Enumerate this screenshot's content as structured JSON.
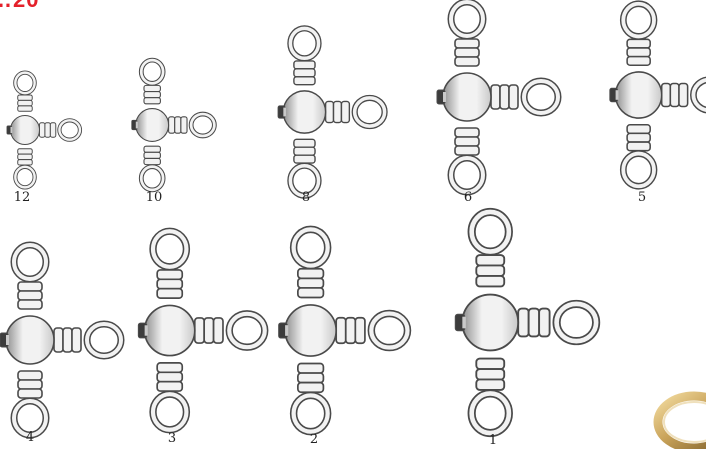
{
  "corner_heading": "…20",
  "colors": {
    "heading": "#e4202a",
    "outline": "#4a4a4a",
    "metal_light": "#f2f2f2",
    "metal_mid": "#c9c9c9",
    "metal_dark": "#8e8e8e",
    "eye_pin": "#3c3c3c",
    "ring_gold": "#c9a35a",
    "ring_shadow": "#7d5f2a",
    "label": "#222222"
  },
  "swivels": [
    {
      "size_label": "12"
    },
    {
      "size_label": "10"
    },
    {
      "size_label": "8"
    },
    {
      "size_label": "6"
    },
    {
      "size_label": "5"
    },
    {
      "size_label": "4"
    },
    {
      "size_label": "3"
    },
    {
      "size_label": "2"
    },
    {
      "size_label": "1"
    }
  ],
  "split_ring_icon": "split-ring-icon"
}
